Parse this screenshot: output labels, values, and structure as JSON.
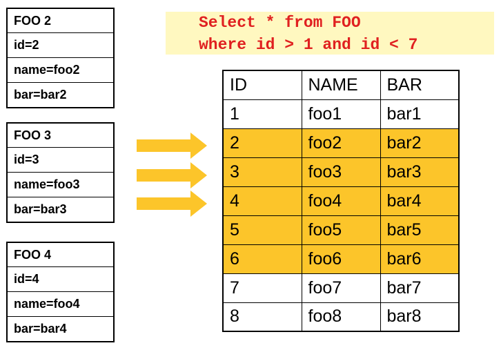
{
  "cards": [
    {
      "title": "FOO 2",
      "fields": [
        "id=2",
        "name=foo2",
        "bar=bar2"
      ]
    },
    {
      "title": "FOO 3",
      "fields": [
        "id=3",
        "name=foo3",
        "bar=bar3"
      ]
    },
    {
      "title": "FOO 4",
      "fields": [
        "id=4",
        "name=foo4",
        "bar=bar4"
      ]
    }
  ],
  "sql": {
    "line1": "Select * from FOO",
    "line2": "where id > 1 and id < 7",
    "color": "#e02020",
    "background": "#fff8c0"
  },
  "table": {
    "headers": [
      "ID",
      "NAME",
      "BAR"
    ],
    "rows": [
      [
        "1",
        "foo1",
        "bar1"
      ],
      [
        "2",
        "foo2",
        "bar2"
      ],
      [
        "3",
        "foo3",
        "bar3"
      ],
      [
        "4",
        "foo4",
        "bar4"
      ],
      [
        "5",
        "foo5",
        "bar5"
      ],
      [
        "6",
        "foo6",
        "bar6"
      ],
      [
        "7",
        "foo7",
        "bar7"
      ],
      [
        "8",
        "foo8",
        "bar8"
      ]
    ],
    "highlight_color": "#fcc52a"
  },
  "arrows": {
    "icon": "right-arrow-icon",
    "color": "#fcc52a"
  }
}
